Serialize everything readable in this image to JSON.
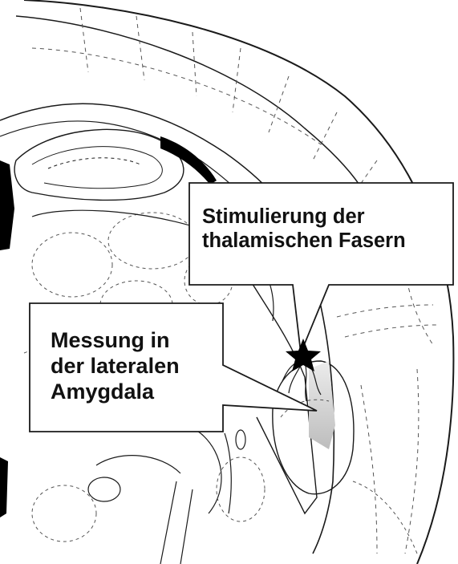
{
  "figure": {
    "callouts": {
      "stimulation": {
        "lines": [
          "Stimulierung der",
          "thalamischen Fasern"
        ]
      },
      "measurement": {
        "lines": [
          "Messung in",
          "der lateralen",
          "Amygdala"
        ]
      }
    },
    "colors": {
      "line": "#1a1a1a",
      "dashed": "#555555",
      "fill_black": "#000000",
      "amygdala_shade": "#cfcfcf",
      "callout_bg": "#ffffff"
    },
    "markers": {
      "stimulation_site": "star-icon"
    }
  }
}
